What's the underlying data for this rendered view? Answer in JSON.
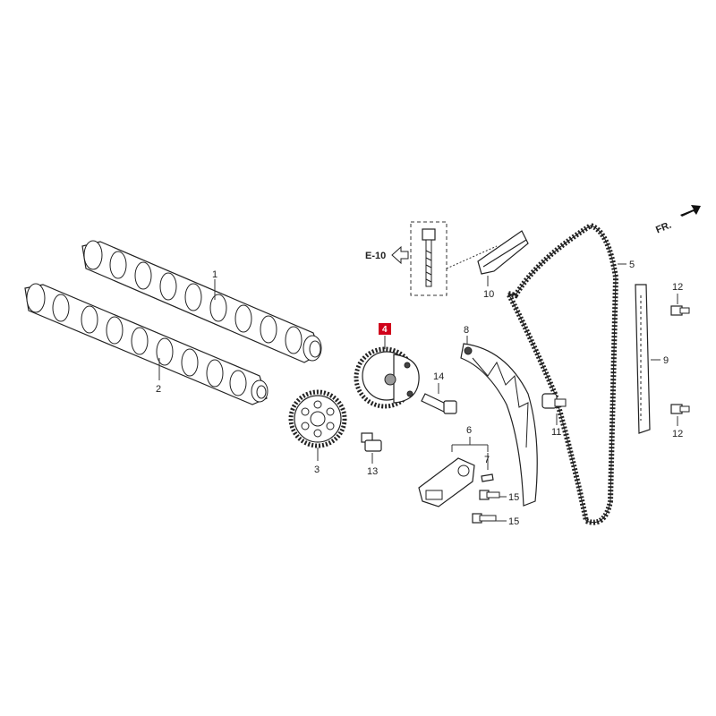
{
  "diagram": {
    "direction_label": "FR.",
    "reference_label": "E-10",
    "highlight_color": "#d0021b",
    "callouts": {
      "c1": "1",
      "c2": "2",
      "c3": "3",
      "c4": "4",
      "c5": "5",
      "c6": "6",
      "c7": "7",
      "c8": "8",
      "c9": "9",
      "c10": "10",
      "c11": "11",
      "c12a": "12",
      "c12b": "12",
      "c13": "13",
      "c14": "14",
      "c15a": "15",
      "c15b": "15"
    }
  }
}
